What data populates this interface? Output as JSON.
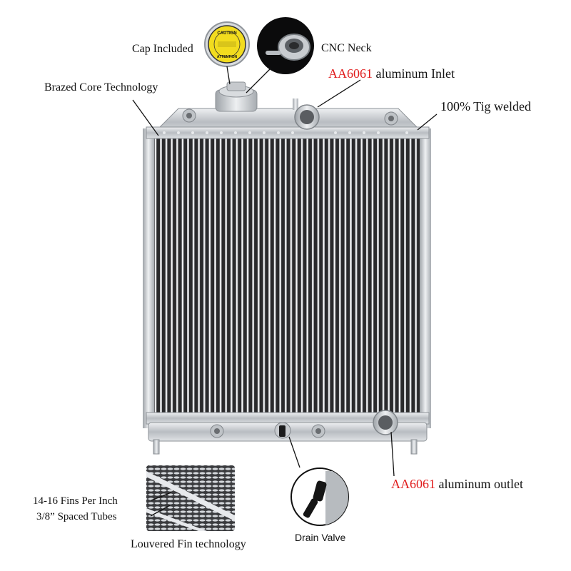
{
  "labels": {
    "cap_included": "Cap Included",
    "cnc_neck": "CNC Neck",
    "inlet_prefix": "AA6061",
    "inlet_suffix": " aluminum Inlet",
    "brazed_core": "Brazed Core Technology",
    "tig_welded": "100% Tig welded",
    "fins_per_inch": "14-16 Fins Per Inch",
    "spaced_tubes": "3/8”  Spaced Tubes",
    "louvered_fin": "Louvered Fin technology",
    "drain_valve": "Drain Valve",
    "outlet_prefix": "AA6061",
    "outlet_suffix": " aluminum outlet"
  },
  "cap_text": {
    "top": "CAUTION",
    "bottom": "ATTENTION"
  },
  "colors": {
    "accent_red": "#e01b1b",
    "aluminum": "#c9ccd0",
    "core_dark": "#2b2b2d"
  }
}
